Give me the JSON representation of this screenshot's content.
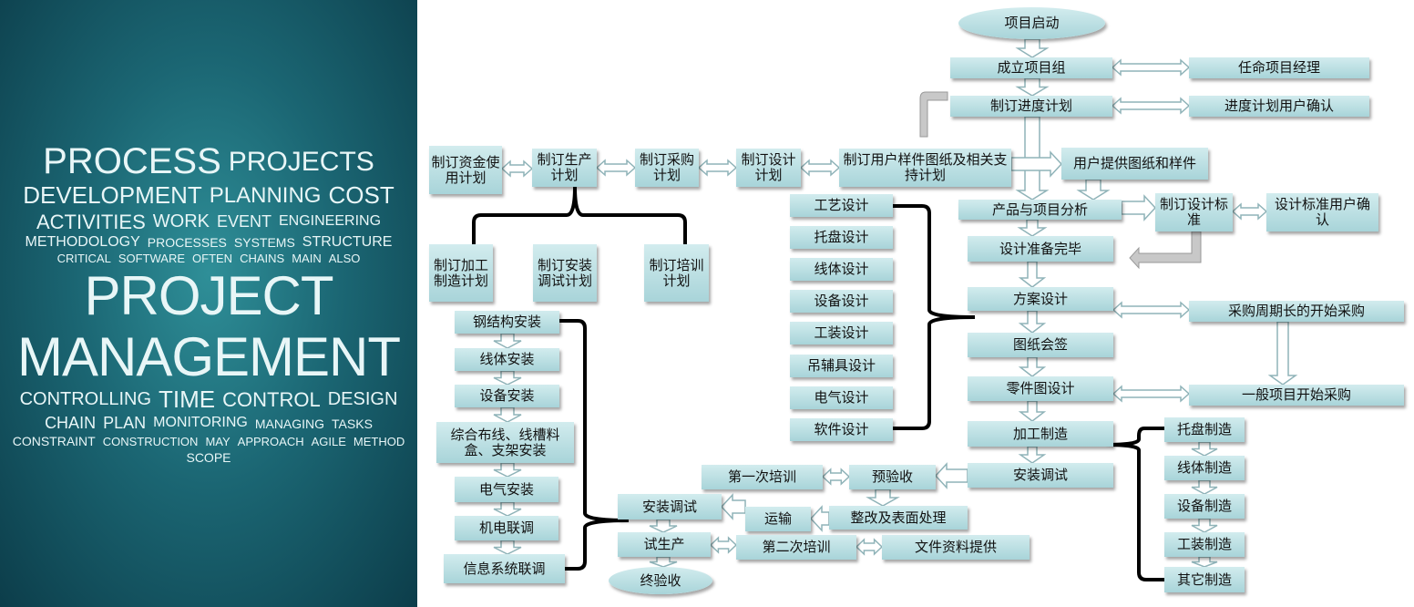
{
  "word_cloud": {
    "big": [
      "PROJECT",
      "MANAGEMENT"
    ],
    "medium": [
      "PROCESS",
      "PROJECTS",
      "DEVELOPMENT",
      "PLANNING",
      "CONTROLLING",
      "COST",
      "TIME",
      "ACTIVITIES",
      "CONTROL",
      "WORK",
      "DESIGN",
      "EVENT",
      "CHAIN",
      "ENGINEERING",
      "PLAN",
      "METHODOLOGY",
      "MONITORING",
      "PROCESSES",
      "MANAGING",
      "SYSTEMS",
      "TASKS",
      "STRUCTURE",
      "CONSTRAINT",
      "CRITICAL",
      "CONSTRUCTION",
      "SOFTWARE",
      "MAY",
      "OFTEN",
      "APPROACH",
      "CHAINS",
      "AGILE",
      "MAIN",
      "METHOD",
      "ALSO",
      "SCOPE"
    ]
  },
  "nodes": {
    "start": "项目启动",
    "team": "成立项目组",
    "pm": "任命项目经理",
    "schedule": "制订进度计划",
    "schedule_confirm": "进度计划用户确认",
    "fund_plan": "制订资金使用计划",
    "prod_plan": "制订生产计划",
    "purchase_plan": "制订采购计划",
    "design_plan": "制订设计计划",
    "sample_plan": "制订用户样件图纸及相关支持计划",
    "user_provide": "用户提供图纸和样件",
    "analysis": "产品与项目分析",
    "design_std": "制订设计标准",
    "std_confirm": "设计标准用户确认",
    "design_ready": "设计准备完毕",
    "d1": "工艺设计",
    "d2": "托盘设计",
    "d3": "线体设计",
    "d4": "设备设计",
    "d5": "工装设计",
    "d6": "吊辅具设计",
    "d7": "电气设计",
    "d8": "软件设计",
    "mfg_plan": "制订加工制造计划",
    "install_plan": "制订安装调试计划",
    "train_plan": "制订培训计划",
    "i1": "钢结构安装",
    "i2": "线体安装",
    "i3": "设备安装",
    "i4": "综合布线、线槽料盒、支架安装",
    "i5": "电气安装",
    "i6": "机电联调",
    "i7": "信息系统联调",
    "scheme": "方案设计",
    "long_purchase": "采购周期长的开始采购",
    "drawing_sign": "图纸会签",
    "parts_design": "零件图设计",
    "general_purchase": "一般项目开始采购",
    "manufacture": "加工制造",
    "install_debug": "安装调试",
    "m1": "托盘制造",
    "m2": "线体制造",
    "m3": "设备制造",
    "m4": "工装制造",
    "m5": "其它制造",
    "train1": "第一次培训",
    "pre_accept": "预验收",
    "rectify": "整改及表面处理",
    "transport": "运输",
    "install_debug2": "安装调试",
    "trial": "试生产",
    "final": "终验收",
    "train2": "第二次培训",
    "docs": "文件资料提供"
  },
  "colors": {
    "box": "#b9dfe3",
    "arrow": "#8fb3b8",
    "bracket": "#000000",
    "grey_arrow": "#c8c8c8"
  }
}
